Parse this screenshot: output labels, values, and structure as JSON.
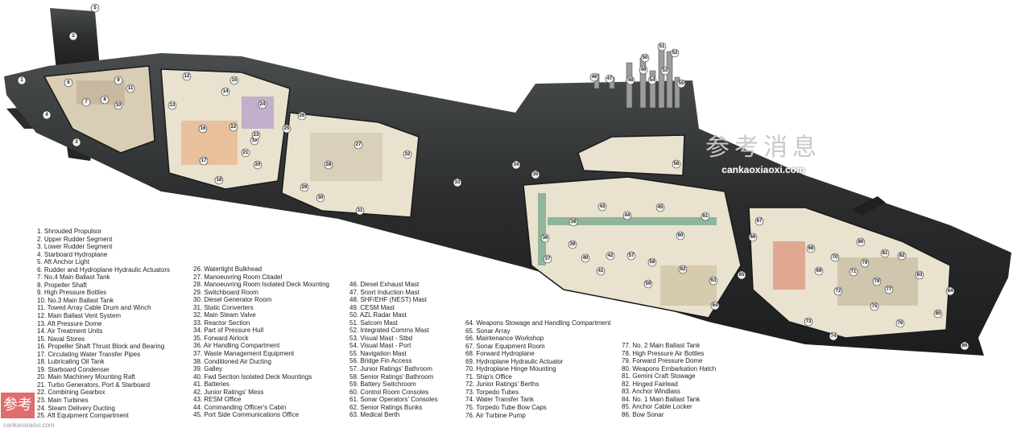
{
  "colors": {
    "hull": "#2b2d2e",
    "hull_light": "#3e4142",
    "cutaway": "#e9e2cf",
    "pipe_green": "#8fb59a",
    "machinery": "#e8b88f"
  },
  "watermark": {
    "chinese": "参考消息",
    "url": "cankaoxiaoxi.com",
    "badge": "参考"
  },
  "legend": {
    "col1": [
      "1. Shrouded Propulsor",
      "2. Upper Rudder Segment",
      "3. Lower Rudder Segment",
      "4. Starboard Hydroplane",
      "5. Aft Anchor Light",
      "6. Rudder and Hydroplane Hydraulic Actuators",
      "7. No.4 Main Ballast Tank",
      "8. Propeller Shaft",
      "9. High Pressure Bottles",
      "10. No.3 Main Ballast Tank",
      "11. Towed Array Cable Drum and Winch",
      "12. Main Ballast Vent System",
      "13. Aft Pressure Dome",
      "14. Air Treatment Units",
      "15. Naval Stores",
      "16. Propeller Shaft Thrust Block and Bearing",
      "17. Circulating Water Transfer Pipes",
      "18. Lubricating Oil Tank",
      "19. Starboard Condenser",
      "20. Main Machinery Mounting Raft",
      "21. Turbo Generators, Port & Starboard",
      "22. Combining Gearbox",
      "23. Main Turbines",
      "24. Steam Delivery Ducting",
      "25. Aft Equipment Compartment"
    ],
    "col2": [
      "26. Watertight Bulkhead",
      "27. Manoeuvring Room Citadel",
      "28. Manoeuvring Room Isolated Deck Mounting",
      "29. Switchboard Room",
      "30. Diesel Generator Room",
      "31. Static Converters",
      "32. Main Steam Valve",
      "33. Reactor Section",
      "34. Part of Pressure Hull",
      "35. Forward Airlock",
      "36. Air Handling Compartment",
      "37. Waste Management Equipment",
      "38. Conditioned Air Ducting",
      "39. Galley",
      "40. Fwd Section Isolated Deck Mountings",
      "41. Batteries",
      "42. Junior Ratings' Mess",
      "43. RESM Office",
      "44. Commanding Officer's Cabin",
      "45. Port Side Communications Office"
    ],
    "col3": [
      "46. Diesel Exhaust Mast",
      "47. Snort Induction Mast",
      "48. SHF/EHF (NEST) Mast",
      "49. CESM Mast",
      "50. AZL Radar Mast",
      "51. Satcom Mast",
      "52. Integrated Comms Mast",
      "53. Visual Mast - Stbd",
      "54. Visual Mast - Port",
      "55. Navigation Mast",
      "56. Bridge Fin Access",
      "57. Junior Ratings' Bathroom",
      "58. Senior Ratings' Bathroom",
      "59. Battery Switchroom",
      "60. Control Room Consoles",
      "61. Sonar Operators' Consoles",
      "62. Senior Ratings Bunks",
      "63. Medical Berth"
    ],
    "col4": [
      "64. Weapons Stowage and Handling Compartment",
      "65. Sonar Array",
      "66. Maintenance Workshop",
      "67. Sonar Equipment Room",
      "68. Forward Hydroplane",
      "69. Hydroplane Hydraulic Actuator",
      "70. Hydroplane Hinge Mounting",
      "71. Ship's Office",
      "72. Junior Ratings' Berths",
      "73. Torpedo Tubes",
      "74. Water Transfer Tank",
      "75. Torpedo Tube Bow Caps",
      "76. Air Turbine Pump"
    ],
    "col5": [
      "77. No. 2 Main Ballast Tank",
      "78. High Pressure Air Bottles",
      "79. Forward Pressure Dome",
      "80. Weapons Embarkation Hatch",
      "81. Gemini Craft Stowage",
      "82. Hinged Fairlead",
      "83. Anchor Windlass",
      "84. No. 1 Main Ballast Tank",
      "85. Anchor Cable Locker",
      "86. Bow Sonar"
    ]
  },
  "callouts": [
    "1",
    "2",
    "3",
    "4",
    "5",
    "6",
    "7",
    "8",
    "9",
    "10",
    "11",
    "12",
    "13",
    "14",
    "15",
    "16",
    "17",
    "18",
    "19",
    "20",
    "21",
    "22",
    "23",
    "24",
    "25",
    "26",
    "27",
    "28",
    "29",
    "30",
    "31",
    "32",
    "33",
    "34",
    "35",
    "36",
    "37",
    "38",
    "39",
    "40",
    "41",
    "42",
    "43",
    "44",
    "45",
    "46",
    "47",
    "48",
    "49",
    "50",
    "51",
    "52",
    "53",
    "54",
    "55",
    "56",
    "57",
    "58",
    "59",
    "60",
    "61",
    "62",
    "63",
    "64",
    "65",
    "66",
    "67",
    "68",
    "69",
    "70",
    "71",
    "72",
    "73",
    "74",
    "75",
    "76",
    "77",
    "78",
    "79",
    "80",
    "81",
    "82",
    "83",
    "84",
    "85",
    "86"
  ]
}
